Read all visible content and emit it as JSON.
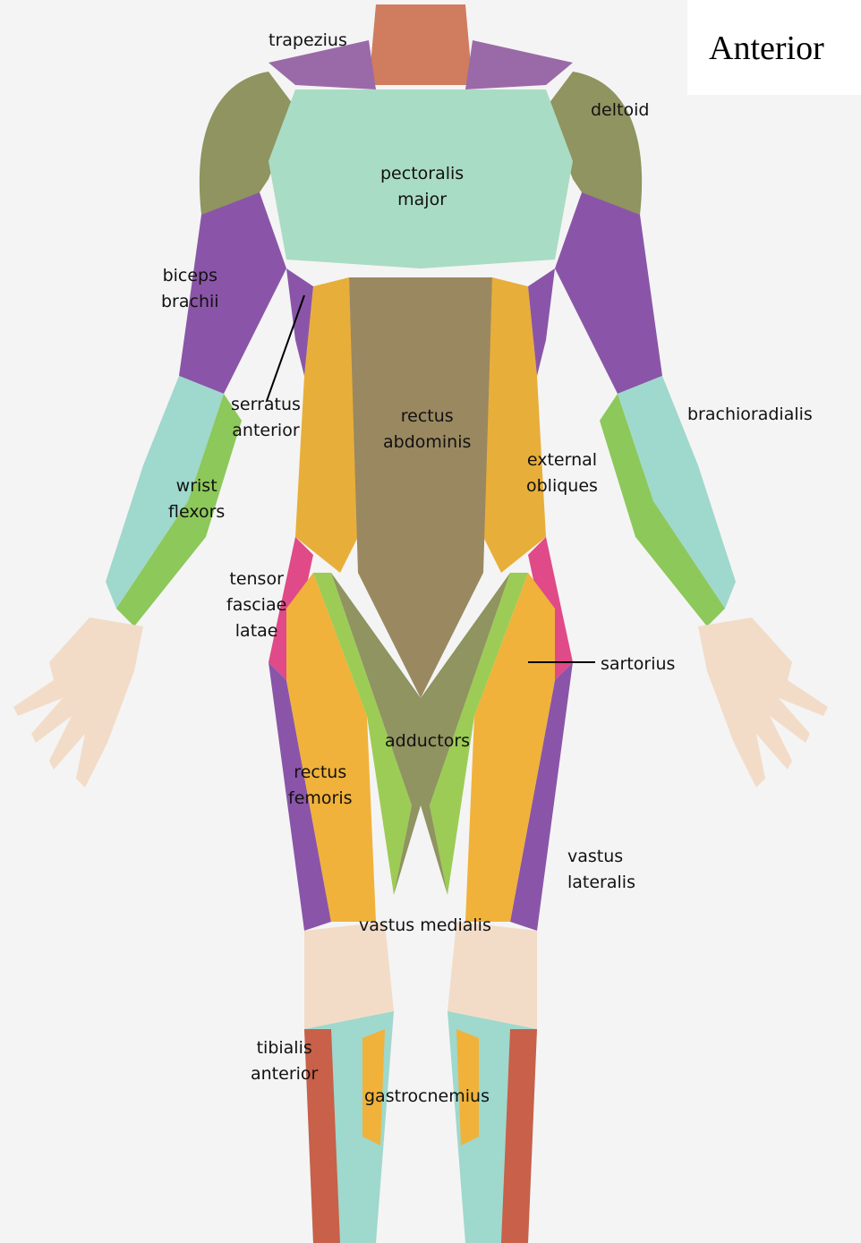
{
  "title": "Anterior",
  "labels": {
    "trapezius": "trapezius",
    "deltoid": "deltoid",
    "pectoralis_major": [
      "pectoralis",
      "major"
    ],
    "biceps_brachii": [
      "biceps",
      "brachii"
    ],
    "serratus_anterior": [
      "serratus",
      "anterior"
    ],
    "rectus_abdominis": [
      "rectus",
      "abdominis"
    ],
    "brachioradialis": "brachioradialis",
    "external_obliques": [
      "external",
      "obliques"
    ],
    "wrist_flexors": [
      "wrist",
      "flexors"
    ],
    "tensor_fasciae_latae": [
      "tensor",
      "fasciae",
      "latae"
    ],
    "sartorius": "sartorius",
    "adductors": "adductors",
    "rectus_femoris": [
      "rectus",
      "femoris"
    ],
    "vastus_lateralis": [
      "vastus",
      "lateralis"
    ],
    "vastus_medialis": "vastus medialis",
    "tibialis_anterior": [
      "tibialis",
      "anterior"
    ],
    "gastrocnemius": "gastrocnemius"
  },
  "colors": {
    "background": "#f4f4f4",
    "pectoral": "#a9dcc4",
    "trapezius": "#9a6aa8",
    "deltoid": "#8f9460",
    "biceps": "#8a55a8",
    "forearm_green": "#8cc85a",
    "forearm_cyan": "#9fd8cc",
    "abdominis": "#9a8860",
    "obliques": "#e8ae3a",
    "thigh_yellow": "#f0b23a",
    "sartorius_green": "#9ccc55",
    "tensor_pink": "#e04a88",
    "skin_tendon": "#f2dcc8",
    "muscle_red": "#c8604a"
  }
}
